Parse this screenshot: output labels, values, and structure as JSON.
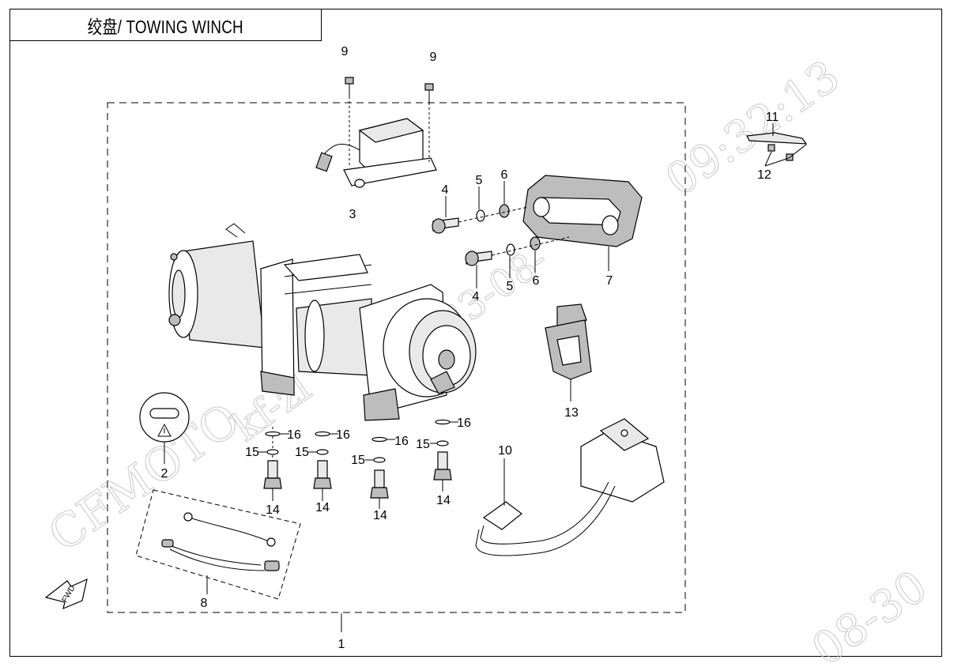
{
  "title": "绞盘/ TOWING WINCH",
  "callouts": [
    "1",
    "2",
    "3",
    "4",
    "4",
    "5",
    "5",
    "6",
    "6",
    "7",
    "8",
    "9",
    "9",
    "10",
    "11",
    "12",
    "13",
    "14",
    "14",
    "14",
    "14",
    "15",
    "15",
    "15",
    "15",
    "16",
    "16",
    "16",
    "16"
  ],
  "watermarks": [
    "CFMOTO",
    "kf-zl",
    "2023-08-",
    "09:32:13",
    "08-30"
  ],
  "fwd_label": "FWD",
  "icons": {
    "warning": "warning-label-icon",
    "forward": "fwd-arrow-icon"
  }
}
